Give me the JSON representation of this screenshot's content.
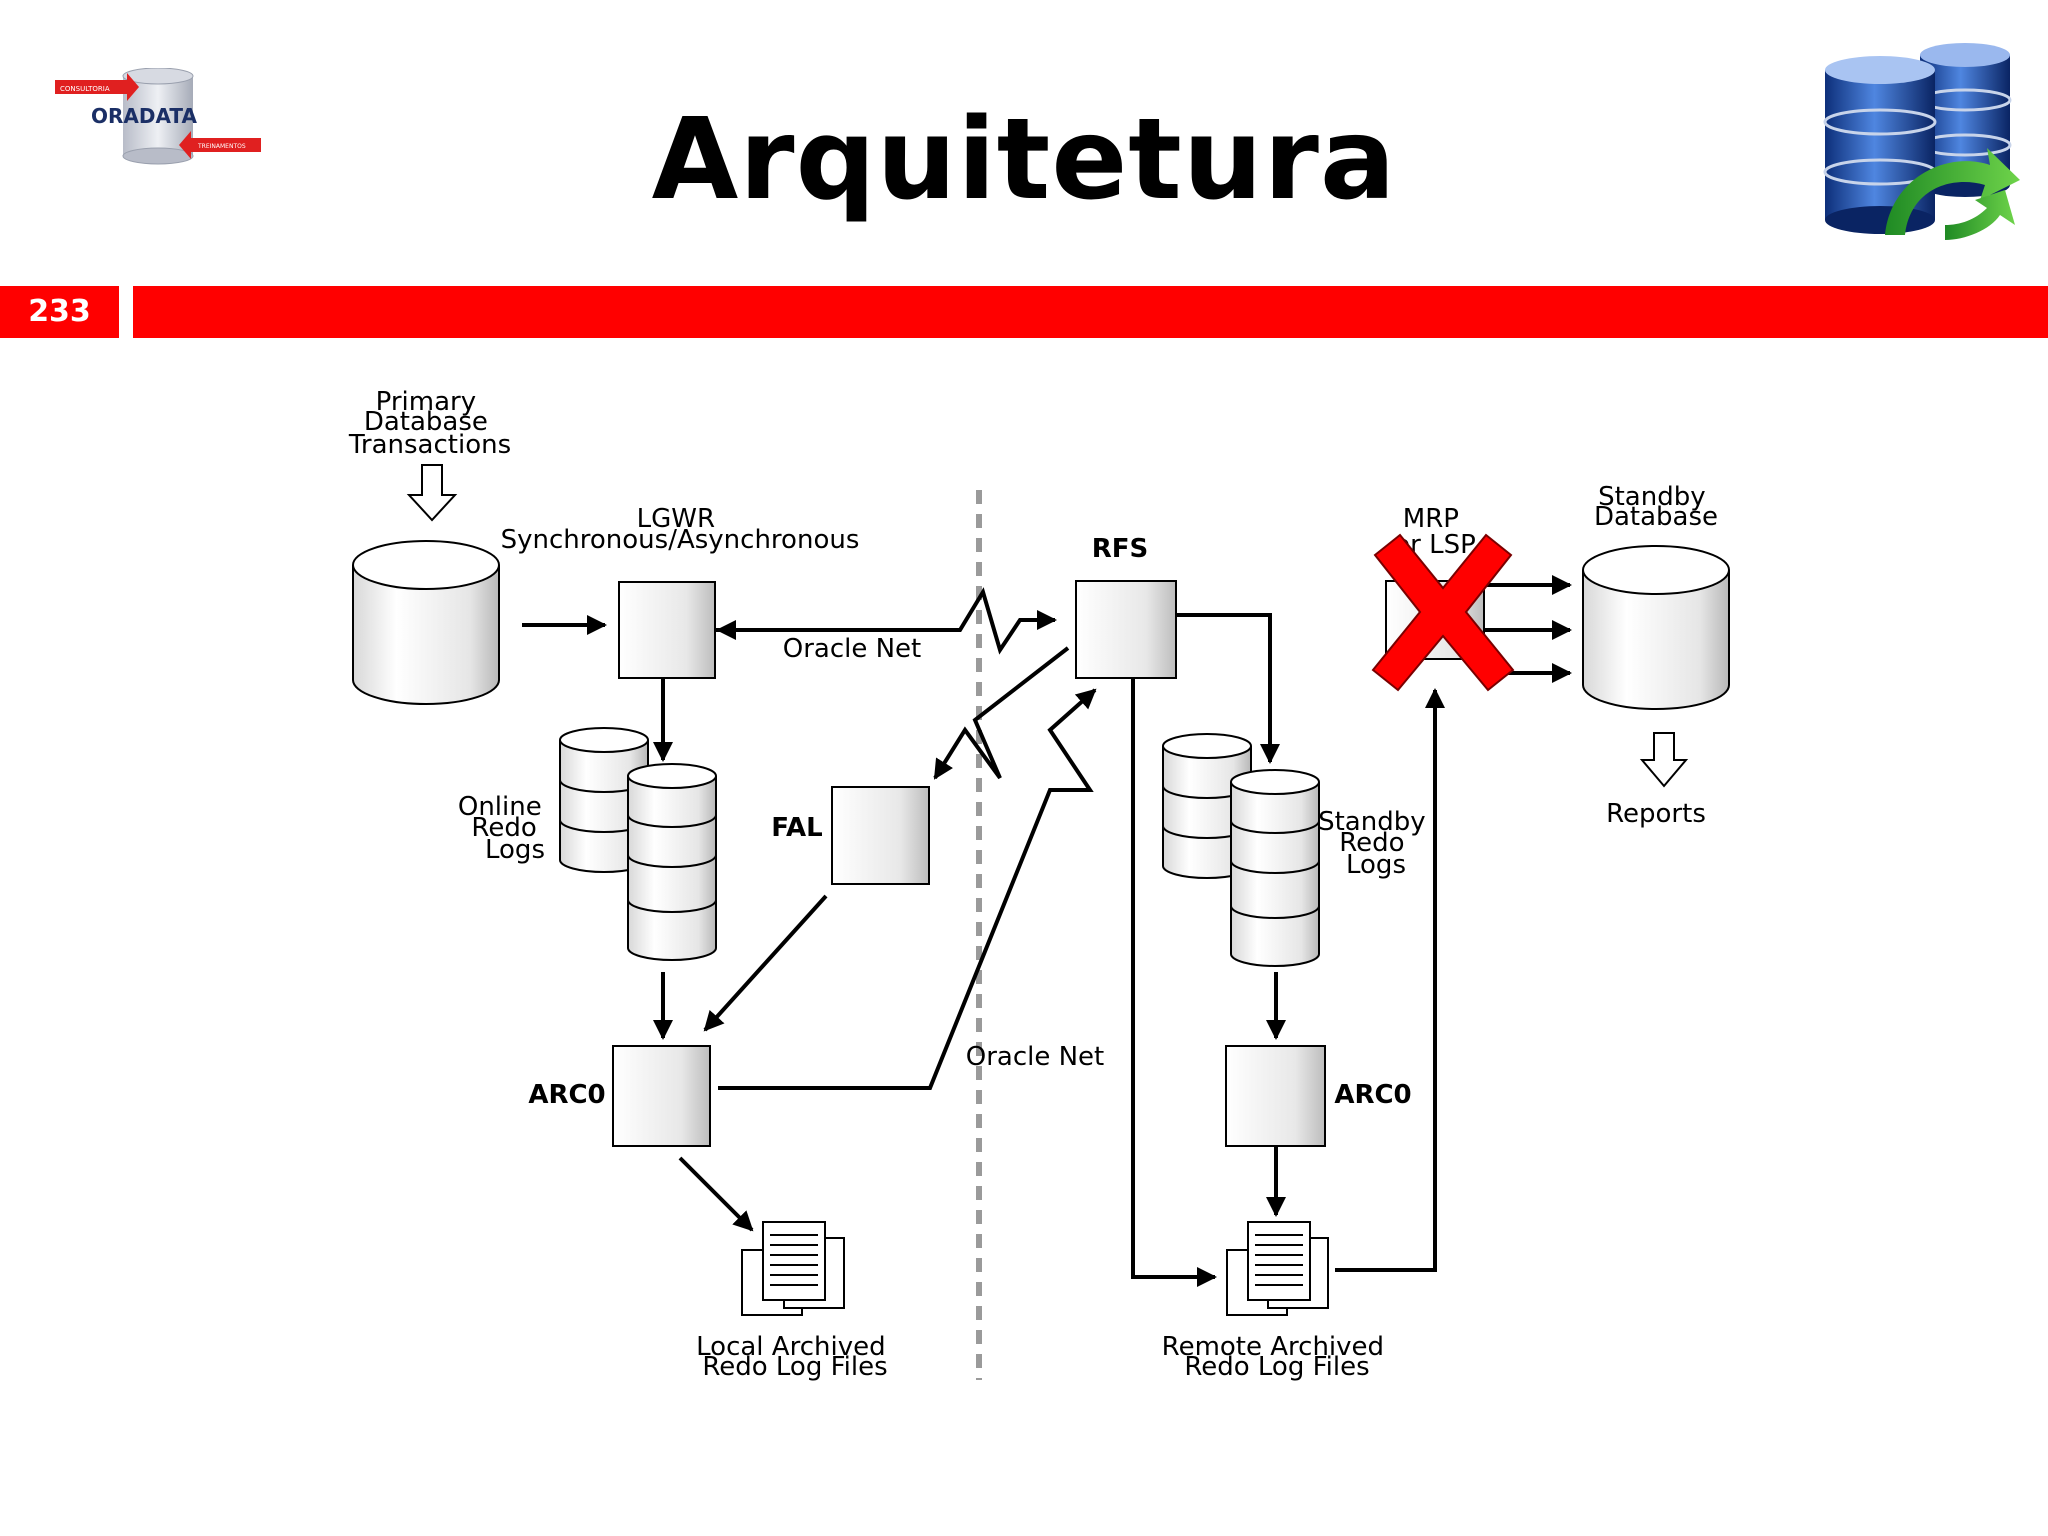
{
  "slide": {
    "title": "Arquitetura",
    "page_number": "233",
    "accent_color": "#ff0000"
  },
  "logo": {
    "text_main": "ORADATA",
    "text_top": "CONSULTORIA",
    "text_bottom": "TREINAMENTOS",
    "icon": "database-logo-icon"
  },
  "corner_icon": "database-sync-icon",
  "diagram": {
    "primary_transactions": [
      "Primary",
      "Database",
      "Transactions"
    ],
    "lgwr": [
      "LGWR",
      "Synchronous/Asynchronous"
    ],
    "oracle_net_top": "Oracle Net",
    "rfs": "RFS",
    "mrp": [
      "MRP",
      "or LSP"
    ],
    "standby_database": [
      "Standby",
      "Database"
    ],
    "online_redo_logs": [
      "Online",
      "Redo",
      "Logs"
    ],
    "fal": "FAL",
    "standby_redo_logs": [
      "Standby",
      "Redo",
      "Logs"
    ],
    "reports": "Reports",
    "arc0_left": "ARC0",
    "oracle_net_bottom": "Oracle Net",
    "arc0_right": "ARC0",
    "local_archived": [
      "Local Archived",
      "Redo Log Files"
    ],
    "remote_archived": [
      "Remote Archived",
      "Redo Log Files"
    ]
  }
}
